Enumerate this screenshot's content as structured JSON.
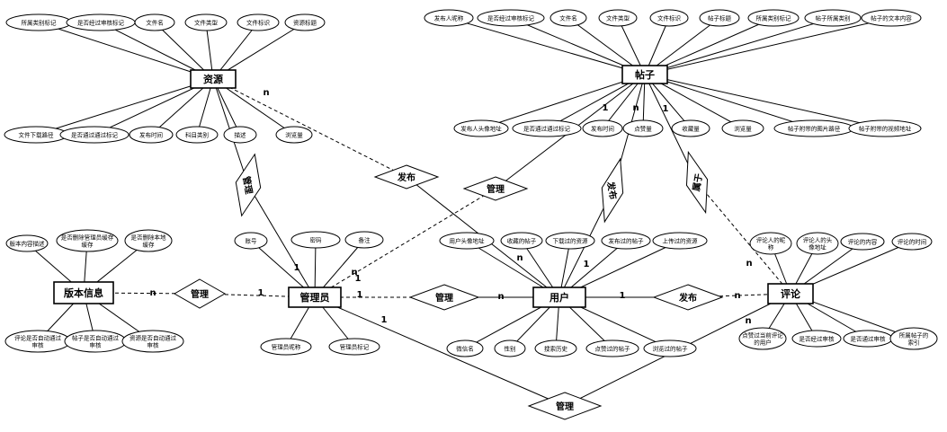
{
  "entities": [
    {
      "id": "resource",
      "label": "资源"
    },
    {
      "id": "post",
      "label": "帖子"
    },
    {
      "id": "version",
      "label": "版本信息"
    },
    {
      "id": "admin",
      "label": "管理员"
    },
    {
      "id": "user",
      "label": "用户"
    },
    {
      "id": "comment",
      "label": "评论"
    }
  ],
  "attributes": [
    {
      "id": "r1",
      "entity": "resource",
      "lines": [
        "所属类别标记"
      ]
    },
    {
      "id": "r2",
      "entity": "resource",
      "lines": [
        "是否经过审核标记"
      ]
    },
    {
      "id": "r3",
      "entity": "resource",
      "lines": [
        "文件名"
      ]
    },
    {
      "id": "r4",
      "entity": "resource",
      "lines": [
        "文件类型"
      ]
    },
    {
      "id": "r5",
      "entity": "resource",
      "lines": [
        "文件标识"
      ]
    },
    {
      "id": "r6",
      "entity": "resource",
      "lines": [
        "资源标题"
      ]
    },
    {
      "id": "r7",
      "entity": "resource",
      "lines": [
        "文件下载路径"
      ]
    },
    {
      "id": "r8",
      "entity": "resource",
      "lines": [
        "是否通过通过标记"
      ]
    },
    {
      "id": "r9",
      "entity": "resource",
      "lines": [
        "发布时间"
      ]
    },
    {
      "id": "r10",
      "entity": "resource",
      "lines": [
        "科目类别"
      ]
    },
    {
      "id": "r11",
      "entity": "resource",
      "lines": [
        "描述"
      ]
    },
    {
      "id": "r12",
      "entity": "resource",
      "lines": [
        "浏览量"
      ]
    },
    {
      "id": "p1",
      "entity": "post",
      "lines": [
        "发布人昵称"
      ]
    },
    {
      "id": "p2",
      "entity": "post",
      "lines": [
        "是否经过审核标记"
      ]
    },
    {
      "id": "p3",
      "entity": "post",
      "lines": [
        "文件名"
      ]
    },
    {
      "id": "p4",
      "entity": "post",
      "lines": [
        "文件类型"
      ]
    },
    {
      "id": "p5",
      "entity": "post",
      "lines": [
        "文件标识"
      ]
    },
    {
      "id": "p6",
      "entity": "post",
      "lines": [
        "帖子标题"
      ]
    },
    {
      "id": "p7",
      "entity": "post",
      "lines": [
        "所属类别标记"
      ]
    },
    {
      "id": "p8",
      "entity": "post",
      "lines": [
        "帖子所属类别"
      ]
    },
    {
      "id": "p9",
      "entity": "post",
      "lines": [
        "帖子的文本内容"
      ]
    },
    {
      "id": "p10",
      "entity": "post",
      "lines": [
        "发布人头像地址"
      ]
    },
    {
      "id": "p11",
      "entity": "post",
      "lines": [
        "是否通过通过标记"
      ]
    },
    {
      "id": "p12",
      "entity": "post",
      "lines": [
        "发布时间"
      ]
    },
    {
      "id": "p13",
      "entity": "post",
      "lines": [
        "点赞量"
      ]
    },
    {
      "id": "p14",
      "entity": "post",
      "lines": [
        "收藏量"
      ]
    },
    {
      "id": "p15",
      "entity": "post",
      "lines": [
        "浏览量"
      ]
    },
    {
      "id": "p16",
      "entity": "post",
      "lines": [
        "帖子附带的图片路径"
      ]
    },
    {
      "id": "p17",
      "entity": "post",
      "lines": [
        "帖子附带的视频地址"
      ]
    },
    {
      "id": "v1",
      "entity": "version",
      "lines": [
        "版本内容描述"
      ]
    },
    {
      "id": "v2",
      "entity": "version",
      "lines": [
        "是否删除管理员缓存",
        "缓存"
      ]
    },
    {
      "id": "v3",
      "entity": "version",
      "lines": [
        "是否删除本地",
        "缓存"
      ]
    },
    {
      "id": "v4",
      "entity": "version",
      "lines": [
        "评论是否自动通过",
        "审核"
      ]
    },
    {
      "id": "v5",
      "entity": "version",
      "lines": [
        "帖子是否自动通过",
        "审核"
      ]
    },
    {
      "id": "v6",
      "entity": "version",
      "lines": [
        "资源是否自动通过",
        "审核"
      ]
    },
    {
      "id": "a1",
      "entity": "admin",
      "lines": [
        "账号"
      ]
    },
    {
      "id": "a2",
      "entity": "admin",
      "lines": [
        "密码"
      ]
    },
    {
      "id": "a3",
      "entity": "admin",
      "lines": [
        "备注"
      ]
    },
    {
      "id": "a4",
      "entity": "admin",
      "lines": [
        "管理员昵称"
      ]
    },
    {
      "id": "a5",
      "entity": "admin",
      "lines": [
        "管理员标记"
      ]
    },
    {
      "id": "u1",
      "entity": "user",
      "lines": [
        "用户头像地址"
      ]
    },
    {
      "id": "u2",
      "entity": "user",
      "lines": [
        "收藏的帖子"
      ]
    },
    {
      "id": "u3",
      "entity": "user",
      "lines": [
        "下载过的资源"
      ]
    },
    {
      "id": "u4",
      "entity": "user",
      "lines": [
        "发布过的帖子"
      ]
    },
    {
      "id": "u5",
      "entity": "user",
      "lines": [
        "上传过的资源"
      ]
    },
    {
      "id": "u6",
      "entity": "user",
      "lines": [
        "微信名"
      ]
    },
    {
      "id": "u7",
      "entity": "user",
      "lines": [
        "性别"
      ]
    },
    {
      "id": "u8",
      "entity": "user",
      "lines": [
        "搜索历史"
      ]
    },
    {
      "id": "u9",
      "entity": "user",
      "lines": [
        "点赞过的帖子"
      ]
    },
    {
      "id": "u10",
      "entity": "user",
      "lines": [
        "浏览过的帖子"
      ]
    },
    {
      "id": "c1",
      "entity": "comment",
      "lines": [
        "评论人的昵",
        "称"
      ]
    },
    {
      "id": "c2",
      "entity": "comment",
      "lines": [
        "评论人的头",
        "像地址"
      ]
    },
    {
      "id": "c3",
      "entity": "comment",
      "lines": [
        "评论的内容"
      ]
    },
    {
      "id": "c4",
      "entity": "comment",
      "lines": [
        "评论的时间"
      ]
    },
    {
      "id": "c5",
      "entity": "comment",
      "lines": [
        "点赞过当前评论",
        "的用户"
      ]
    },
    {
      "id": "c6",
      "entity": "comment",
      "lines": [
        "是否经过审核"
      ]
    },
    {
      "id": "c7",
      "entity": "comment",
      "lines": [
        "是否通过审核"
      ]
    },
    {
      "id": "c8",
      "entity": "comment",
      "lines": [
        "所属帖子的",
        "索引"
      ]
    }
  ],
  "relationships": [
    {
      "id": "rel-admin-version",
      "label": "管理"
    },
    {
      "id": "rel-admin-user",
      "label": "管理"
    },
    {
      "id": "rel-user-comment",
      "label": "发布"
    },
    {
      "id": "rel-admin-resource",
      "label": "管理"
    },
    {
      "id": "rel-user-resource",
      "label": "发布"
    },
    {
      "id": "rel-admin-post",
      "label": "管理"
    },
    {
      "id": "rel-user-post",
      "label": "发布"
    },
    {
      "id": "rel-comment-post",
      "label": "属于"
    },
    {
      "id": "rel-admin-comment",
      "label": "管理"
    }
  ],
  "cardinalities": [
    {
      "id": "k1",
      "label": "n"
    },
    {
      "id": "k2",
      "label": "1"
    },
    {
      "id": "k3",
      "label": "1"
    },
    {
      "id": "k4",
      "label": "n"
    },
    {
      "id": "k5",
      "label": "1"
    },
    {
      "id": "k6",
      "label": "n"
    },
    {
      "id": "k7",
      "label": "1"
    },
    {
      "id": "k8",
      "label": "n"
    },
    {
      "id": "k9",
      "label": "n"
    },
    {
      "id": "k10",
      "label": "1"
    },
    {
      "id": "k11",
      "label": "1"
    },
    {
      "id": "k12",
      "label": "n"
    },
    {
      "id": "k13",
      "label": "1"
    },
    {
      "id": "k14",
      "label": "n"
    },
    {
      "id": "k15",
      "label": "1"
    },
    {
      "id": "k16",
      "label": "n"
    },
    {
      "id": "k17",
      "label": "1"
    },
    {
      "id": "k18",
      "label": "n"
    }
  ]
}
